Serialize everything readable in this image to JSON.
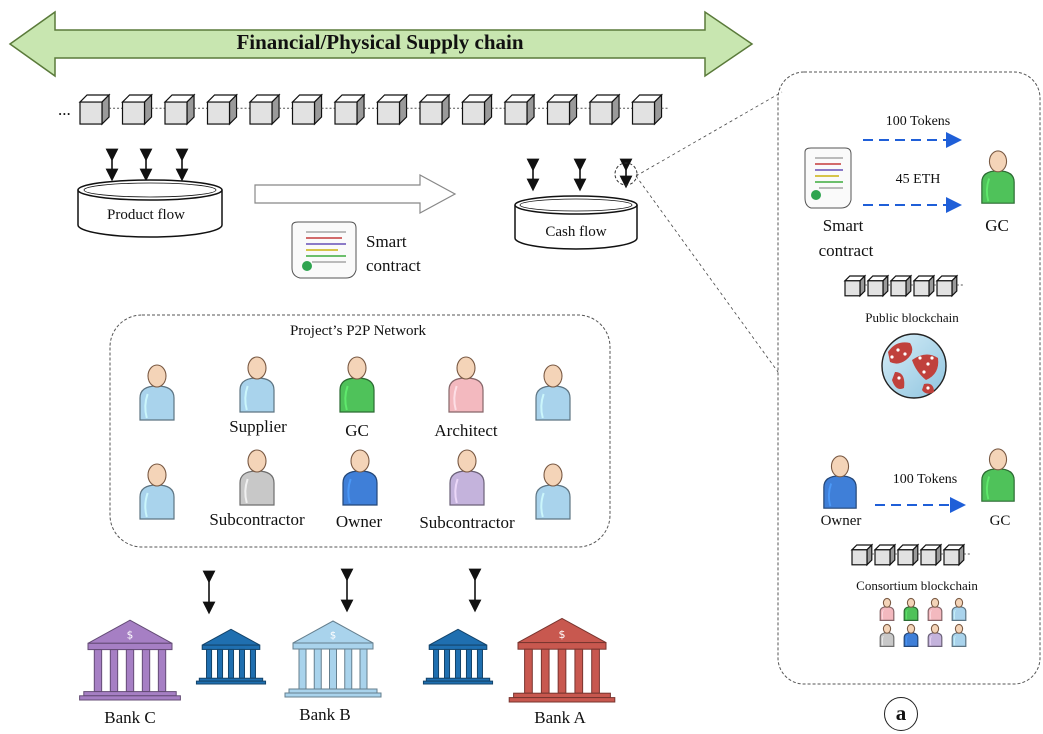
{
  "banner": {
    "title": "Financial/Physical Supply chain",
    "color_fill": "#c8e6b0",
    "color_stroke": "#5a7a3a"
  },
  "chain": {
    "ellipsis": "...",
    "block_count": 14
  },
  "product_flow": {
    "label": "Product flow"
  },
  "cash_flow": {
    "label": "Cash flow"
  },
  "smart_contract_center": {
    "line1": "Smart",
    "line2": "contract"
  },
  "network": {
    "title": "Project’s P2P Network",
    "row1": [
      {
        "label": "",
        "color": "#a9d3ec"
      },
      {
        "label": "Supplier",
        "color": "#a9d3ec"
      },
      {
        "label": "GC",
        "color": "#4fc25a"
      },
      {
        "label": "Architect",
        "color": "#f3b9bf"
      },
      {
        "label": "",
        "color": "#a9d3ec"
      }
    ],
    "row2": [
      {
        "label": "",
        "color": "#a9d3ec"
      },
      {
        "label": "Subcontractor",
        "color": "#c8c8c8"
      },
      {
        "label": "Owner",
        "color": "#3f7fd8"
      },
      {
        "label": "Subcontractor",
        "color": "#c4b3dc"
      },
      {
        "label": "",
        "color": "#a9d3ec"
      }
    ]
  },
  "banks": [
    {
      "label": "Bank C",
      "color": "#a67fc4"
    },
    {
      "label": "",
      "color": "#1f6fb0"
    },
    {
      "label": "Bank B",
      "color": "#a9d3ec"
    },
    {
      "label": "",
      "color": "#1f6fb0"
    },
    {
      "label": "Bank A",
      "color": "#c8584f"
    }
  ],
  "panel": {
    "badge": "a",
    "public": {
      "tx1": "100 Tokens",
      "tx2": "45 ETH",
      "contract_line1": "Smart",
      "contract_line2": "contract",
      "gc": "GC",
      "chain_label": "Public blockchain"
    },
    "consortium": {
      "tx": "100 Tokens",
      "owner": "Owner",
      "gc": "GC",
      "chain_label": "Consortium blockchain"
    }
  }
}
